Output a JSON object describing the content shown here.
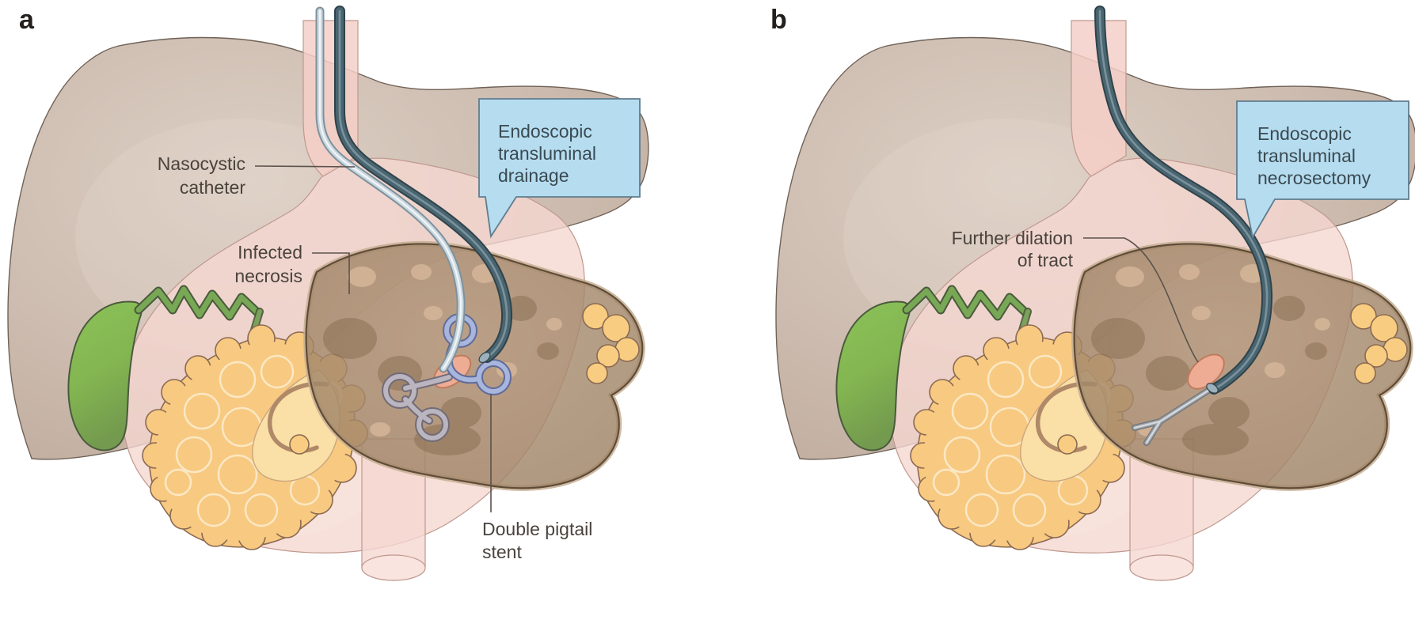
{
  "figure": {
    "type": "medical-illustration",
    "description": "Endoscopic management of infected pancreatic necrosis, two-panel figure",
    "panels": [
      {
        "letter": "a",
        "callout": {
          "line1": "Endoscopic",
          "line2": "transluminal",
          "line3": "drainage"
        },
        "labels": {
          "nasocystic_line1": "Nasocystic",
          "nasocystic_line2": "catheter",
          "infected_line1": "Infected",
          "infected_line2": "necrosis",
          "stent_line1": "Double pigtail",
          "stent_line2": "stent"
        }
      },
      {
        "letter": "b",
        "callout": {
          "line1": "Endoscopic",
          "line2": "transluminal",
          "line3": "necrosectomy"
        },
        "labels": {
          "dilation_line1": "Further dilation",
          "dilation_line2": "of tract"
        }
      }
    ],
    "colors": {
      "callout_fill": "#b5dcef",
      "callout_border": "#607d8f",
      "callout_text": "#3b4a52",
      "label_text": "#4a433d",
      "liver": "#cdbbaf",
      "stomach_pink": "#f5d7d1",
      "gallbladder_green": "#87bd54",
      "pancreas_yellow": "#f8c981",
      "necrosis_brown": "#a3866a",
      "endoscope_teal": "#47636f",
      "catheter_grey": "#c9d7df",
      "stent_blue": "#a8b5dc",
      "stent_grey": "#bab5bf",
      "tract_pink": "#eeac94"
    }
  }
}
